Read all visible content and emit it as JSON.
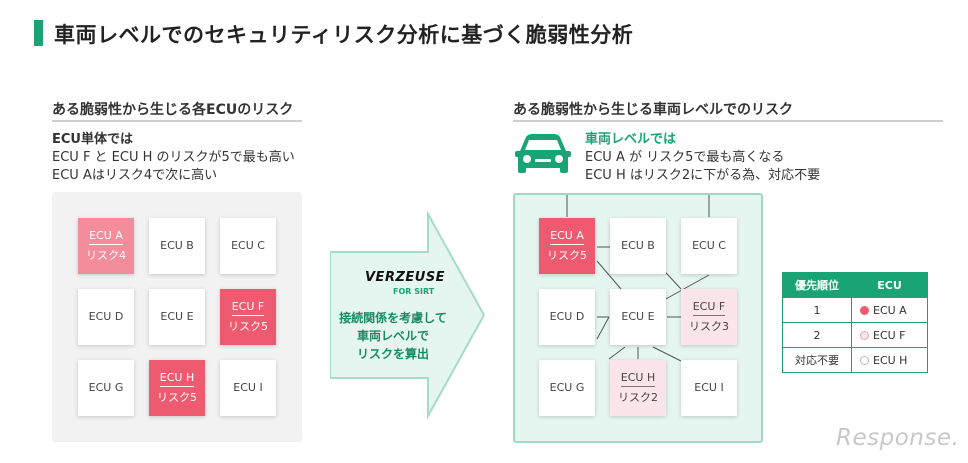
{
  "title": "車両レベルでのセキュリティリスク分析に基づく脆弱性分析",
  "left": {
    "heading": "ある脆弱性から生じる各ECUのリスク",
    "desc_bold": "ECU単体では",
    "desc_line2": "ECU F と ECU H のリスクが5で最も高い",
    "desc_line3": "ECU Aはリスク4で次に高い",
    "grid": [
      {
        "name": "ECU A",
        "risk": "リスク4",
        "level": "pink"
      },
      {
        "name": "ECU B",
        "risk": "",
        "level": "none"
      },
      {
        "name": "ECU C",
        "risk": "",
        "level": "none"
      },
      {
        "name": "ECU D",
        "risk": "",
        "level": "none"
      },
      {
        "name": "ECU E",
        "risk": "",
        "level": "none"
      },
      {
        "name": "ECU F",
        "risk": "リスク5",
        "level": "red"
      },
      {
        "name": "ECU G",
        "risk": "",
        "level": "none"
      },
      {
        "name": "ECU H",
        "risk": "リスク5",
        "level": "red"
      },
      {
        "name": "ECU I",
        "risk": "",
        "level": "none"
      }
    ]
  },
  "middle": {
    "logo": "VERZEUSE",
    "logo_sub": "FOR SIRT",
    "text_line1": "接続関係を考慮して",
    "text_line2": "車両レベルで",
    "text_line3": "リスクを算出"
  },
  "right": {
    "heading": "ある脆弱性から生じる車両レベルでのリスク",
    "desc_green": "車両レベルでは",
    "desc_line2": "ECU A が リスク5で最も高くなる",
    "desc_line3": "ECU H はリスク2に下がる為、対応不要",
    "grid": [
      {
        "name": "ECU A",
        "risk": "リスク5",
        "level": "red"
      },
      {
        "name": "ECU B",
        "risk": "",
        "level": "none"
      },
      {
        "name": "ECU C",
        "risk": "",
        "level": "none"
      },
      {
        "name": "ECU D",
        "risk": "",
        "level": "none"
      },
      {
        "name": "ECU E",
        "risk": "",
        "level": "none"
      },
      {
        "name": "ECU F",
        "risk": "リスク3",
        "level": "light"
      },
      {
        "name": "ECU G",
        "risk": "",
        "level": "none"
      },
      {
        "name": "ECU H",
        "risk": "リスク2",
        "level": "light"
      },
      {
        "name": "ECU I",
        "risk": "",
        "level": "none"
      }
    ]
  },
  "table": {
    "headers": [
      "優先順位",
      "ECU"
    ],
    "rows": [
      {
        "rank": "1",
        "ecu": "ECU A"
      },
      {
        "rank": "2",
        "ecu": "ECU F"
      },
      {
        "rank": "対応不要",
        "ecu": "ECU H"
      }
    ]
  },
  "colors": {
    "accent_green": "#1aa375",
    "risk_high": "#ee5a70",
    "risk_mid": "#f48d9b",
    "risk_low": "#fbe5e8"
  },
  "watermark": "Response."
}
